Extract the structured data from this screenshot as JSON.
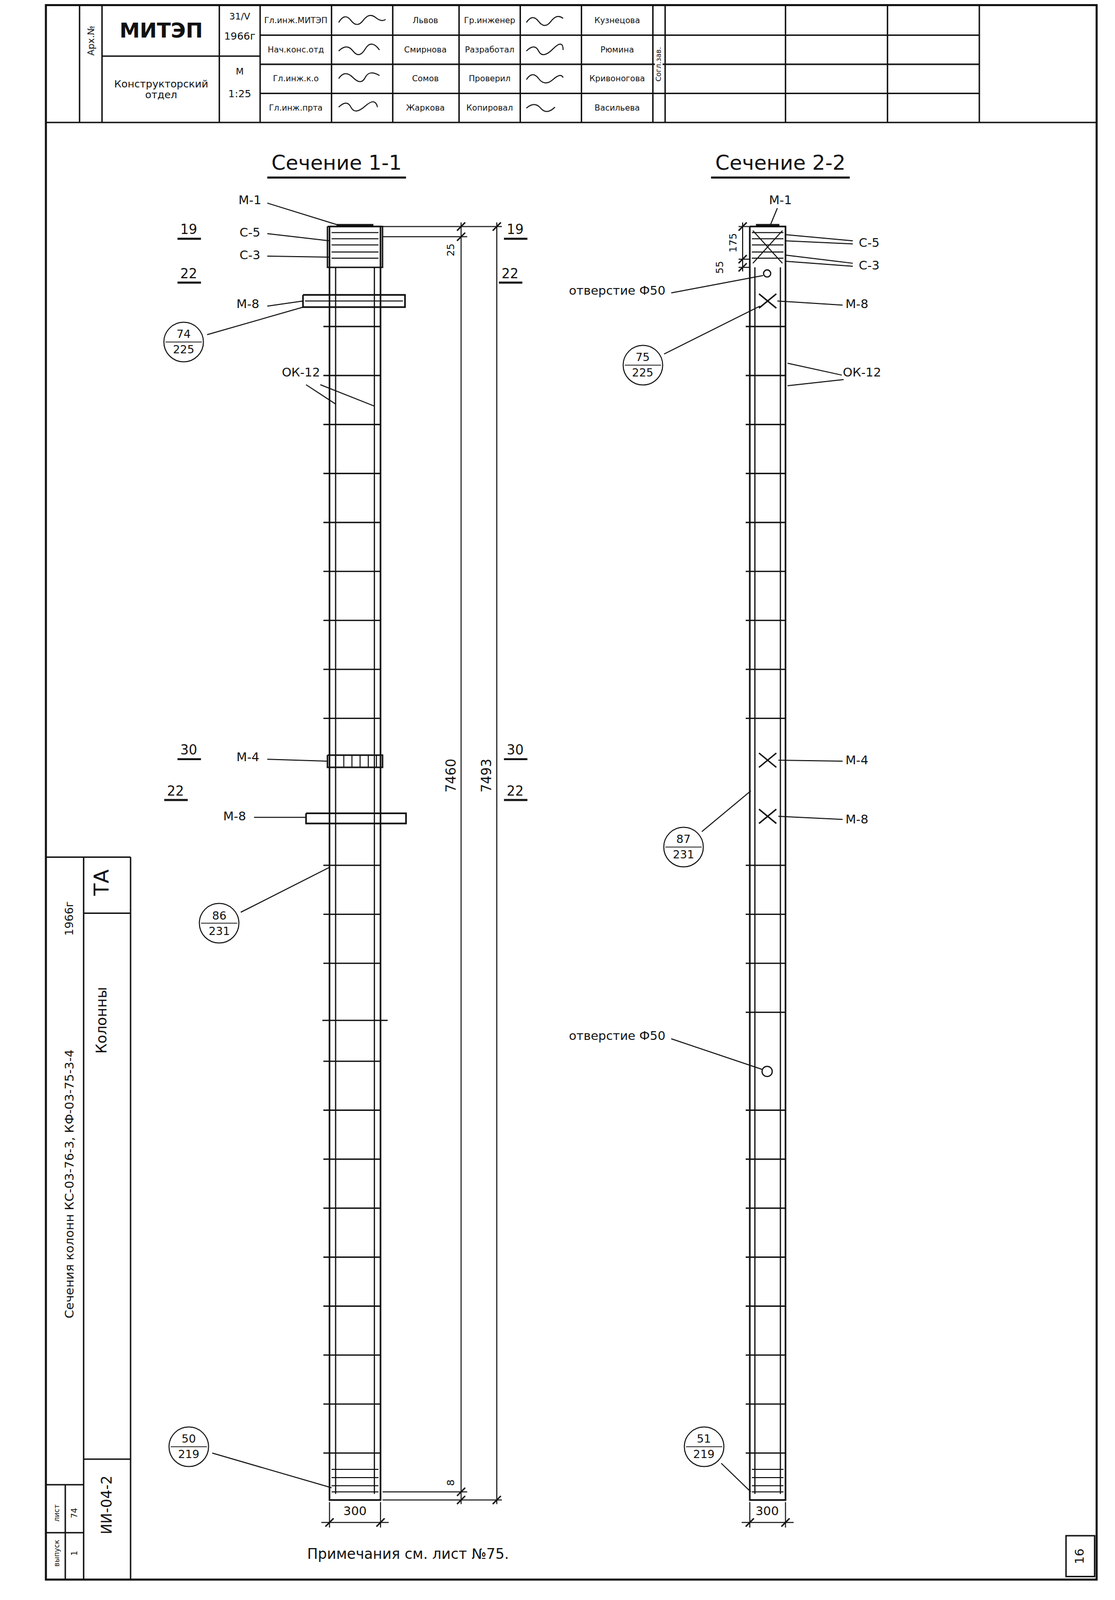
{
  "diagram": {
    "nodes": [
      {
        "text": [
          "74",
          "225"
        ]
      },
      {
        "text": [
          "86",
          "231"
        ]
      },
      {
        "text": [
          "50",
          "219"
        ]
      },
      {
        "text": [
          "75",
          "225"
        ]
      },
      {
        "text": [
          "87",
          "231"
        ]
      },
      {
        "text": [
          "51",
          "219"
        ]
      }
    ],
    "labels": [
      "Арх.№",
      "МИТЭП",
      "Конструкторский отдел",
      "31/V",
      "1966г",
      "М",
      "1:25",
      "Гл.инж.МИТЭП",
      "Нач.конс.отд",
      "Гл.инж.к.о",
      "Гл.инж.прта",
      "Львов",
      "Смирнова",
      "Сомов",
      "Жаркова",
      "Гр.инженер",
      "Разработал",
      "Проверил",
      "Копировал",
      "Кузнецова",
      "Рюмина",
      "Кривоногова",
      "Васильева",
      "Согл.зав.",
      "Сечение 1-1",
      "Сечение 2-2",
      "М-1",
      "С-5",
      "С-3",
      "19",
      "22",
      "19",
      "22",
      "25",
      "М-8",
      "ОК-12",
      "30",
      "М-4",
      "30",
      "22",
      "М-8",
      "22",
      "7460",
      "7493",
      "8",
      "300",
      "М-1",
      "175",
      "55",
      "С-5",
      "С-3",
      "отверстие Ф50",
      "М-8",
      "ОК-12",
      "М-4",
      "М-8",
      "отверстие Ф50",
      "300",
      "Примечания см. лист №75.",
      "ТА",
      "1966г",
      "Колонны",
      "Сечения колонн КС-03-76-3, КФ-03-75-3-4",
      "ИИ-04-2",
      "выпуск",
      "лист",
      "1",
      "74",
      "16"
    ]
  }
}
